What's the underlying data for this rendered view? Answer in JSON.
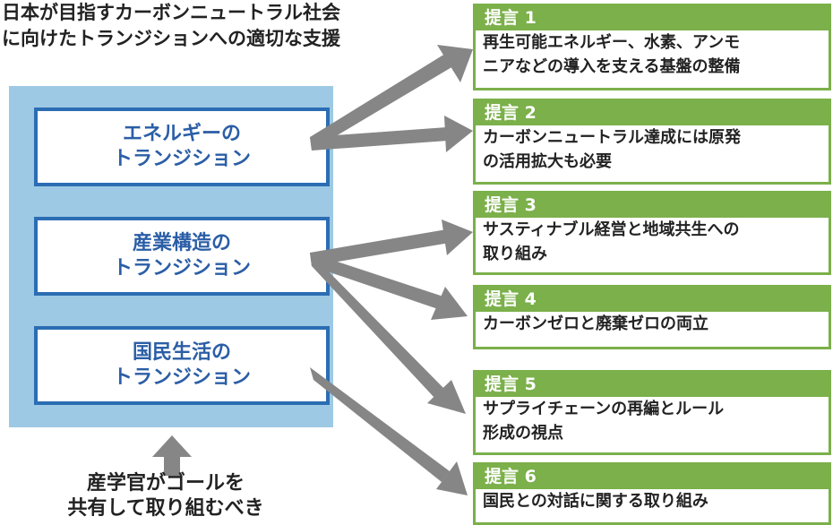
{
  "title": {
    "line1": "日本が目指すカーボンニュートラル社会",
    "line2": "に向けたトランジションへの適切な支援"
  },
  "transitions": [
    {
      "line1": "エネルギーの",
      "line2": "トランジション"
    },
    {
      "line1": "産業構造の",
      "line2": "トランジション"
    },
    {
      "line1": "国民生活の",
      "line2": "トランジション"
    }
  ],
  "proposals": [
    {
      "label": "提言 1",
      "lines": [
        "再生可能エネルギー、水素、アンモ",
        "ニアなどの導入を支える基盤の整備"
      ]
    },
    {
      "label": "提言 2",
      "lines": [
        "カーボンニュートラル達成には原発",
        "の活用拡大も必要"
      ]
    },
    {
      "label": "提言 3",
      "lines": [
        "サスティナブル経営と地域共生への",
        "取り組み"
      ]
    },
    {
      "label": "提言 4",
      "lines": [
        "カーボンゼロと廃棄ゼロの両立"
      ]
    },
    {
      "label": "提言 5",
      "lines": [
        "サプライチェーンの再編とルール",
        "形成の視点"
      ]
    },
    {
      "label": "提言 6",
      "lines": [
        "国民との対話に関する取り組み"
      ]
    }
  ],
  "footer": {
    "line1": "産学官がゴールを",
    "line2": "共有して取り組むべき"
  },
  "colors": {
    "panel": "#9dc9e4",
    "box_border": "#2b6db3",
    "box_text": "#2b5ea6",
    "proposal_green": "#7bb04a",
    "arrow": "#868686"
  }
}
